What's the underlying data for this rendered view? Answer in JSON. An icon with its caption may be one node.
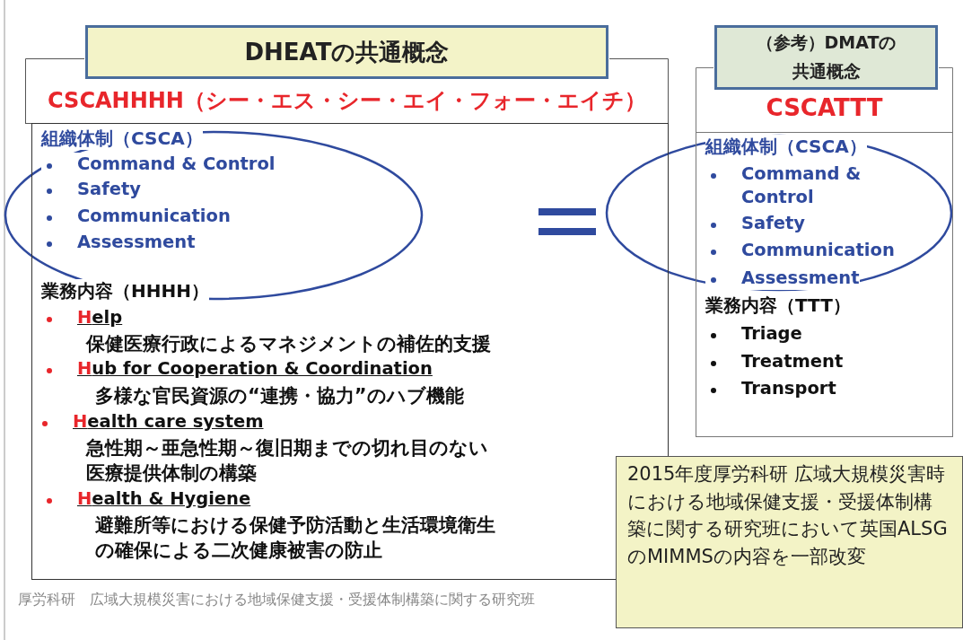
{
  "diagram": {
    "nodes": [
      {
        "text": [
          "DHEATの共通概念"
        ]
      },
      {
        "text": [
          "CSCAHHHH（シー・エス・シー・エイ・フォー・エイチ）"
        ]
      },
      {
        "text": [
          "組織体制（CSCA）",
          "Command & Control",
          "Safety",
          "Communication",
          "Assessment",
          "業務内容（HHHH）",
          "Help",
          "保健医療行政によるマネジメントの補佐的支援",
          "Hub for Cooperation & Coordination",
          "多様な官民資源の“連携・協力”のハブ機能",
          "Health care system",
          "急性期～亜急性期～復旧期までの切れ目のない医療提供体制の構築",
          "Health & Hygiene",
          "避難所等における保健予防活動と生活環境衛生の確保による二次健康被害の防止"
        ]
      },
      {
        "text": [
          "（参考）DMATの共通概念"
        ]
      },
      {
        "text": [
          "CSCATTT"
        ]
      },
      {
        "text": [
          "組織体制（CSCA）",
          "Command & Control",
          "Safety",
          "Communication",
          "Assessment",
          "業務内容（TTT）",
          "Triage",
          "Treatment",
          "Transport"
        ]
      },
      {
        "text": [
          "2015年度厚労科研 広域大規模災害時における地域保健支援・受援体制構築に関する研究班において英国ALSGのMIMMSの内容を一部改変"
        ]
      }
    ],
    "labels": [
      "厚労科研　広域大規模災害における地域保健支援・受援体制構築に関する研究班"
    ]
  }
}
